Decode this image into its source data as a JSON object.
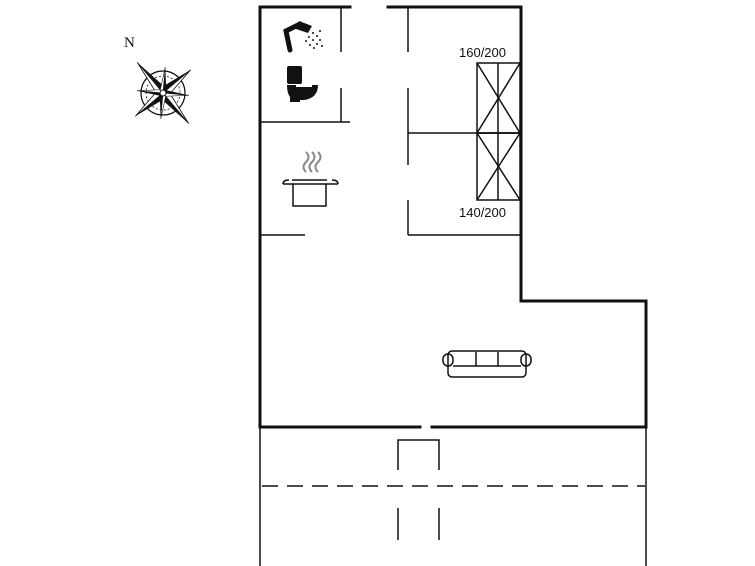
{
  "compass": {
    "north_label": "N"
  },
  "rooms": {
    "bedroom": {
      "bed_top_label": "160/200",
      "bed_bottom_label": "140/200"
    }
  },
  "icons": {
    "bathroom": [
      "shower-icon",
      "toilet-icon"
    ],
    "kitchen": [
      "cooking-pot-icon"
    ],
    "living_room": [
      "sofa-icon"
    ]
  }
}
